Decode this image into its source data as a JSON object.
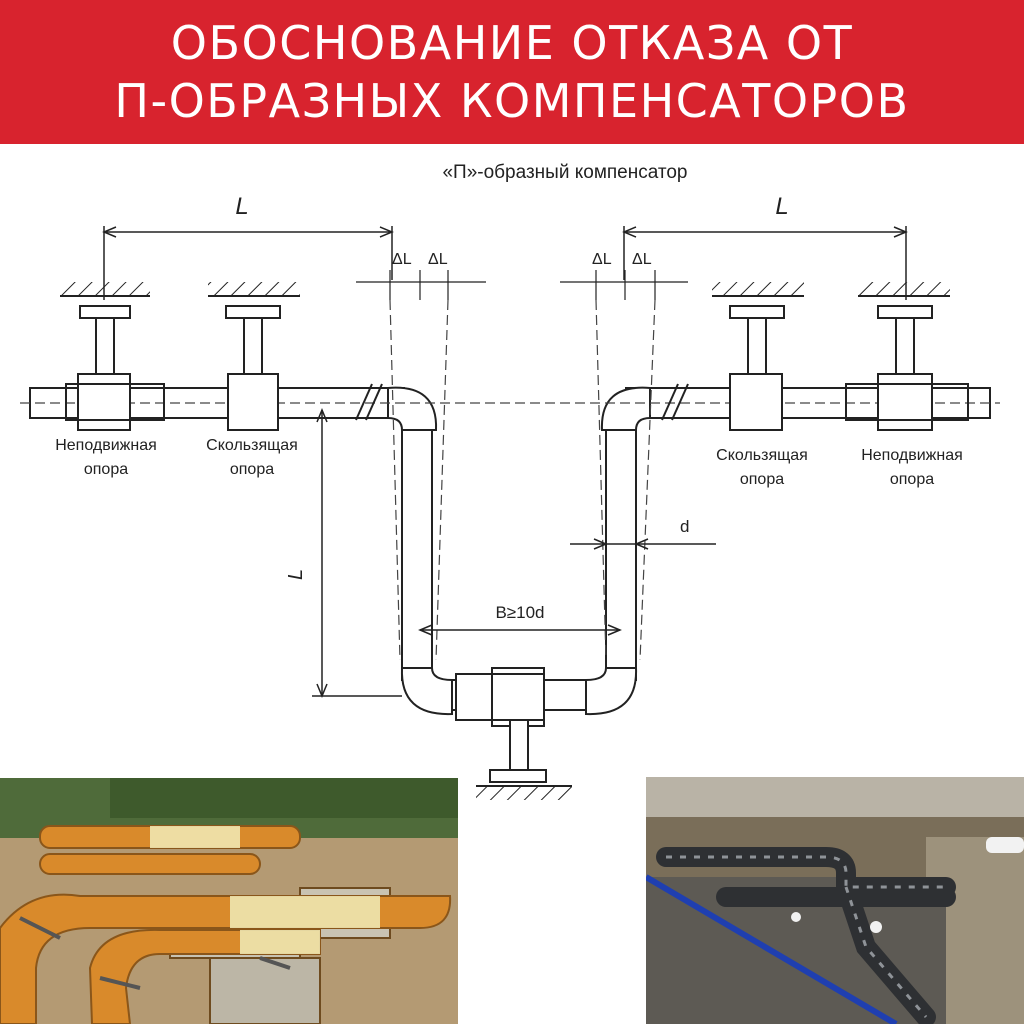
{
  "banner": {
    "line1": "ОБОСНОВАНИЕ ОТКАЗА ОТ",
    "line2": "П-ОБРАЗНЫХ КОМПЕНСАТОРОВ",
    "color": "#d8232e"
  },
  "diagram": {
    "title": "«П»-образный компенсатор",
    "length_left": "L",
    "length_right": "L",
    "delta_l": "ΔL",
    "fixed_support": "Неподвижная опора",
    "sliding_support": "Скользящая опора",
    "fixed_support_right": "Неподвижная опора",
    "sliding_support_right": "Скользящая опора",
    "diameter": "d",
    "width_label": "B≥10d",
    "height_label": "L"
  },
  "photos": {
    "left_icon": "insulated-pipes-above-ground-photo",
    "right_icon": "insulated-pipes-trench-photo"
  }
}
